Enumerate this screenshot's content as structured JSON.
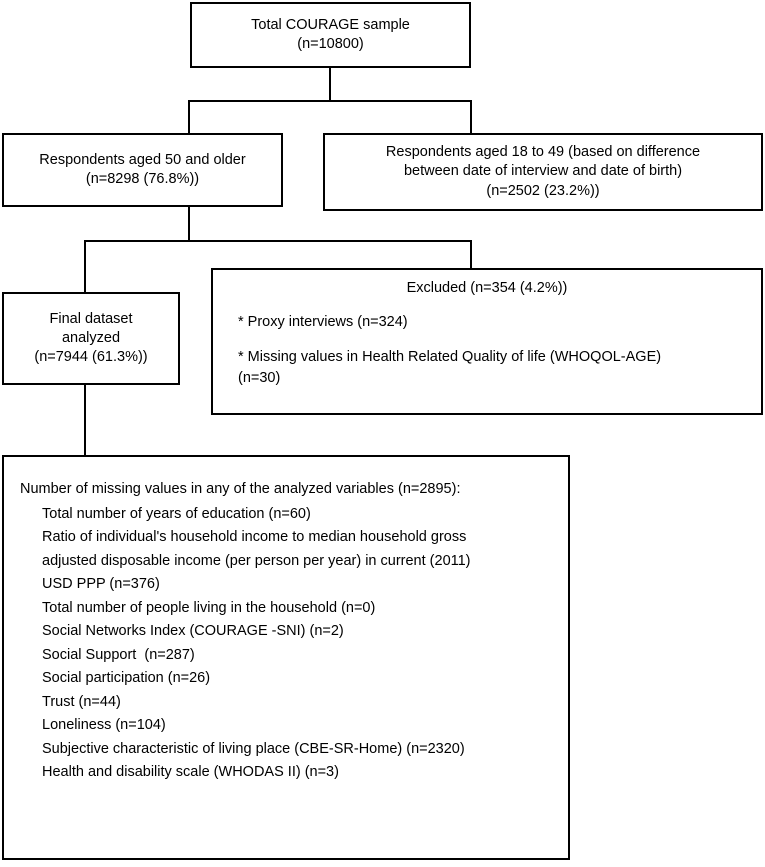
{
  "figure": {
    "type": "flowchart",
    "title": "COURAGE study sample selection flowchart"
  },
  "nodes": {
    "total_sample": {
      "lines": [
        "Total COURAGE sample",
        "(n=10800)"
      ]
    },
    "older": {
      "lines": [
        "Respondents aged 50 and older",
        "(n=8298 (76.8%))"
      ]
    },
    "younger": {
      "lines": [
        "Respondents aged 18 to 49 (based on difference",
        "between date of interview and date of birth)",
        "(n=2502 (23.2%))"
      ]
    },
    "final_dataset": {
      "lines": [
        "Final dataset",
        "analyzed",
        "(n=7944 (61.3%))"
      ]
    },
    "excluded": {
      "header": "Excluded (n=354 (4.2%))",
      "items": [
        "* Proxy interviews (n=324)",
        "* Missing values in Health Related Quality of life (WHOQOL-AGE)\n(n=30)"
      ]
    },
    "missing_values": {
      "header": "Number of missing values in any of the analyzed variables (n=2895):",
      "items": [
        "Total number of years of education (n=60)",
        "Ratio of individual's household income to median household gross",
        "adjusted disposable income (per person per year) in current (2011)",
        "USD PPP (n=376)",
        "Total number of people living in the household (n=0)",
        "Social Networks Index (COURAGE -SNI) (n=2)",
        "Social Support  (n=287)",
        "Social participation (n=26)",
        "Trust (n=44)",
        "Loneliness (n=104)",
        "Subjective characteristic of living place (CBE-SR-Home) (n=2320)",
        "Health and disability scale (WHODAS II) (n=3)"
      ]
    }
  },
  "colors": {
    "stroke": "#000000",
    "fill": "#ffffff",
    "text": "#000000"
  }
}
